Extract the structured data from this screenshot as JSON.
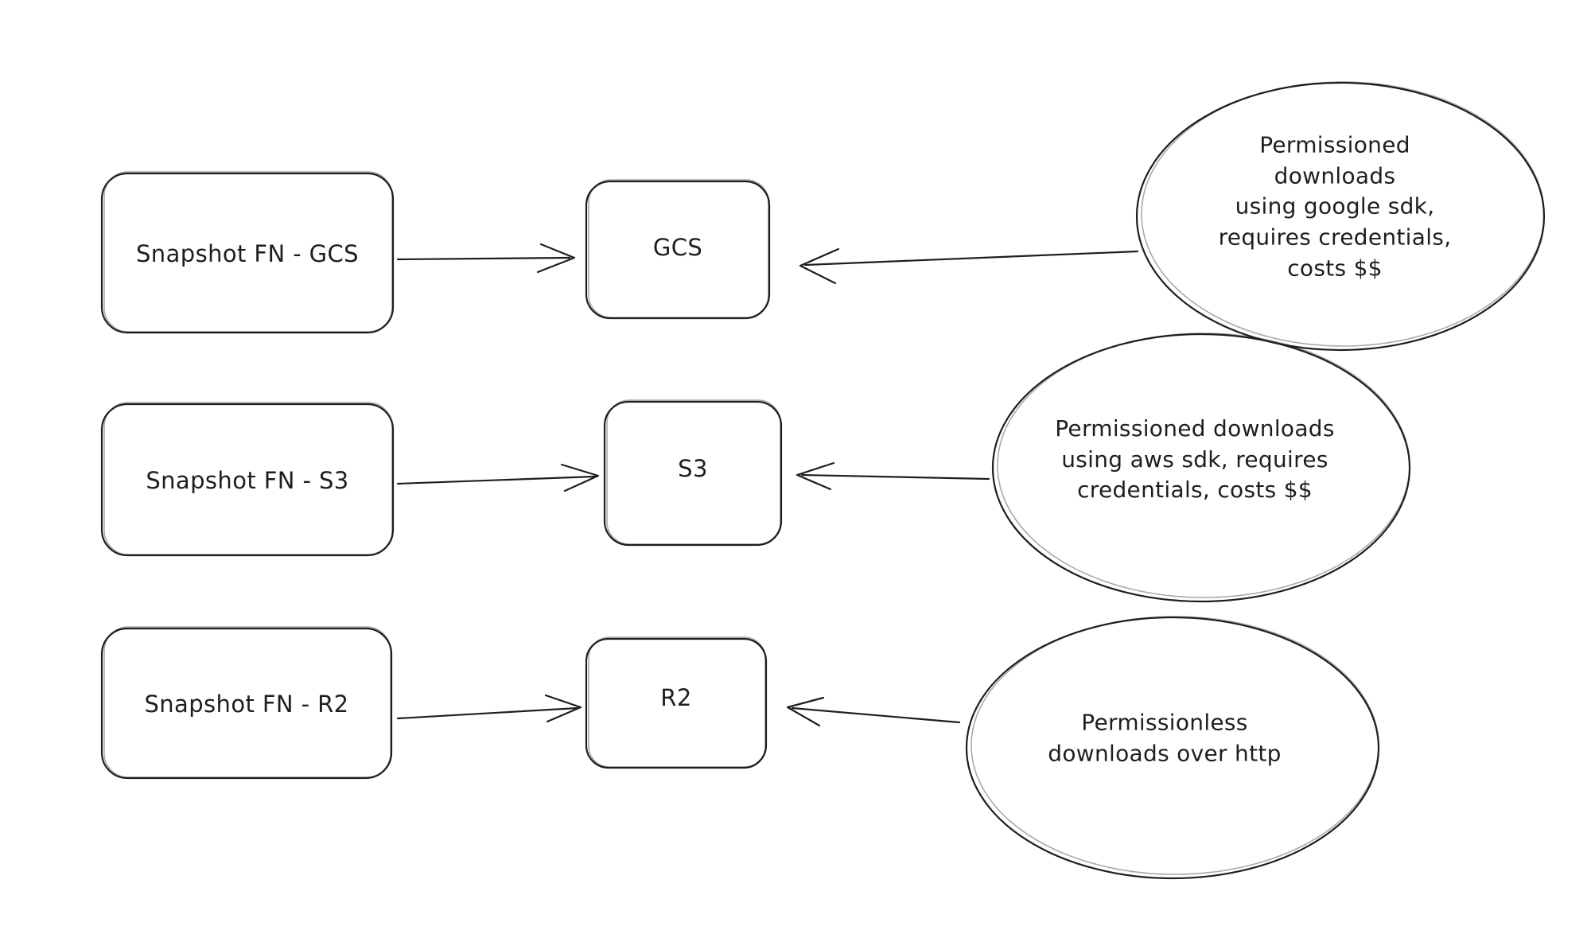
{
  "canvas": {
    "background": "#ffffff",
    "ink": "#1e1e1e"
  },
  "rows": [
    {
      "source": "Snapshot FN - GCS",
      "target": "GCS",
      "note_lines": [
        "Permissioned downloads",
        "using google sdk,",
        "requires credentials,",
        "costs $$"
      ]
    },
    {
      "source": "Snapshot FN - S3",
      "target": "S3",
      "note_lines": [
        "Permissioned downloads",
        "using aws sdk, requires",
        "credentials, costs $$"
      ]
    },
    {
      "source": "Snapshot FN - R2",
      "target": "R2",
      "note_lines": [
        "Permissionless",
        "downloads over http"
      ]
    }
  ],
  "edges": [
    {
      "from": "Snapshot FN - GCS",
      "to": "GCS",
      "direction": "right"
    },
    {
      "from": "note-gcs",
      "to": "GCS",
      "direction": "left"
    },
    {
      "from": "Snapshot FN - S3",
      "to": "S3",
      "direction": "right"
    },
    {
      "from": "note-s3",
      "to": "S3",
      "direction": "left"
    },
    {
      "from": "Snapshot FN - R2",
      "to": "R2",
      "direction": "right"
    },
    {
      "from": "note-r2",
      "to": "R2",
      "direction": "left"
    }
  ]
}
